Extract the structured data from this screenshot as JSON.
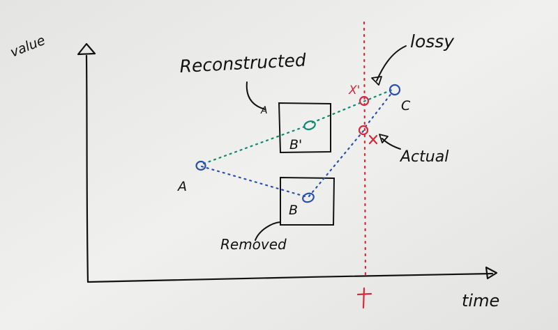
{
  "axes": {
    "y_label": "value",
    "x_label": "time",
    "t_marker": "t"
  },
  "labels": {
    "reconstructed": "Reconstructed",
    "removed": "Removed",
    "lossy": "lossy",
    "actual": "Actual"
  },
  "points": {
    "a": "A",
    "b": "B",
    "b_prime": "B'",
    "c": "C",
    "x_prime": "X'"
  },
  "colors": {
    "ink": "#111111",
    "blue": "#2a4fb0",
    "teal": "#0f8a72",
    "red": "#d8283a",
    "board": "#e9e9e7"
  }
}
